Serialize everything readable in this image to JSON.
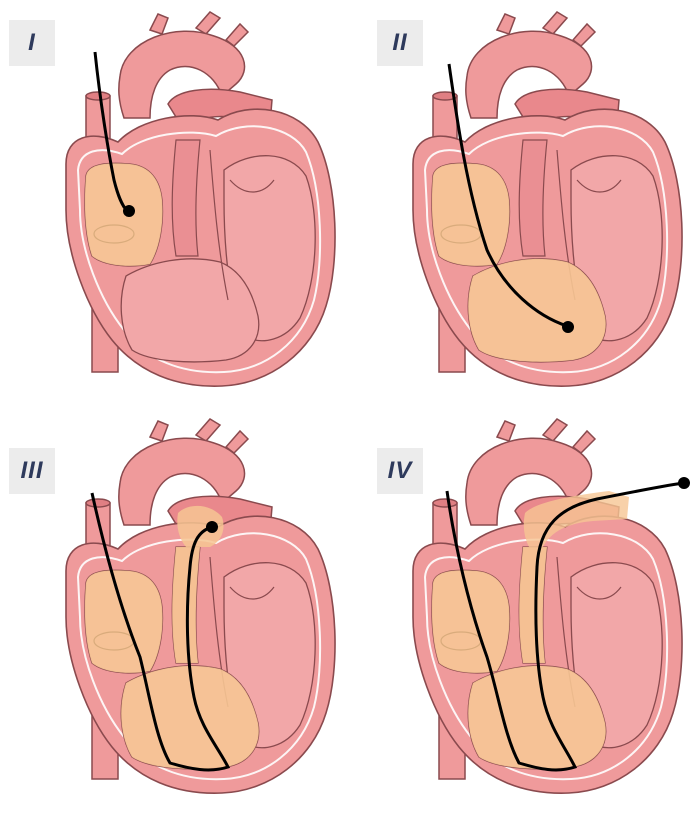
{
  "panels": [
    {
      "label": "I"
    },
    {
      "label": "II"
    },
    {
      "label": "III"
    },
    {
      "label": "IV"
    }
  ],
  "colors": {
    "heart": "#ef9a9b",
    "heart_dark": "#e07f83",
    "outline": "#8a4a4e",
    "highlight": "#f6c593",
    "wire": "#000000",
    "label_bg": "#ececec",
    "label_text": "#2e3a5c"
  }
}
